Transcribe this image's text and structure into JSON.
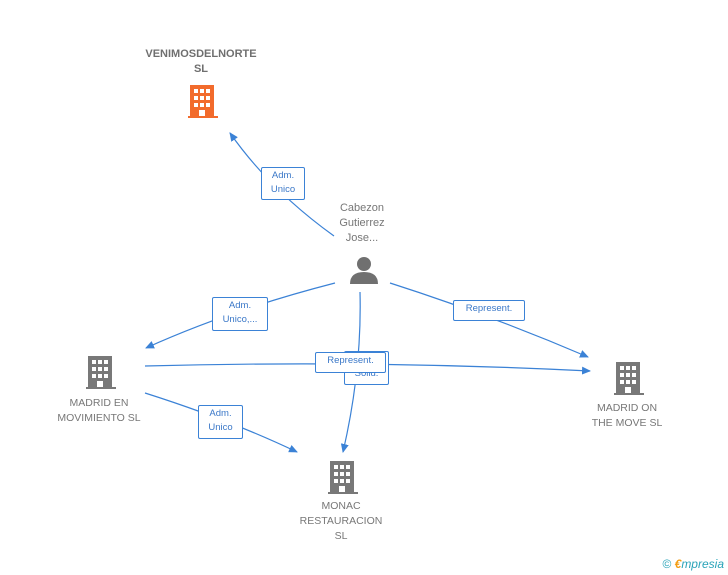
{
  "colors": {
    "edge": "#3b82d6",
    "main_company": "#f26b2c",
    "company": "#787878",
    "person": "#707070"
  },
  "nodes": {
    "main": {
      "lines": [
        "VENIMOSDELNORTE",
        "SL"
      ],
      "icon": "building-icon"
    },
    "person": {
      "lines": [
        "Cabezon",
        "Gutierrez",
        "Jose..."
      ],
      "icon": "person-icon"
    },
    "madrid_en_movimiento": {
      "lines": [
        "MADRID EN",
        "MOVIMIENTO SL"
      ],
      "icon": "building-icon"
    },
    "madrid_on_the_move": {
      "lines": [
        "MADRID ON",
        "THE MOVE SL"
      ],
      "icon": "building-icon"
    },
    "monac": {
      "lines": [
        "MONAC",
        "RESTAURACION",
        "SL"
      ],
      "icon": "building-icon"
    }
  },
  "edges": {
    "adm_unico_main": [
      "Adm.",
      "Unico"
    ],
    "adm_unico_movimiento": [
      "Adm.",
      "Unico,..."
    ],
    "represent_move": [
      "Represent."
    ],
    "represent_center": [
      "Represent."
    ],
    "solid_center": [
      "Solid."
    ],
    "adm_unico_monac": [
      "Adm.",
      "Unico"
    ]
  },
  "brand": {
    "copyright": "©",
    "e": "€",
    "rest": "mpresia"
  }
}
